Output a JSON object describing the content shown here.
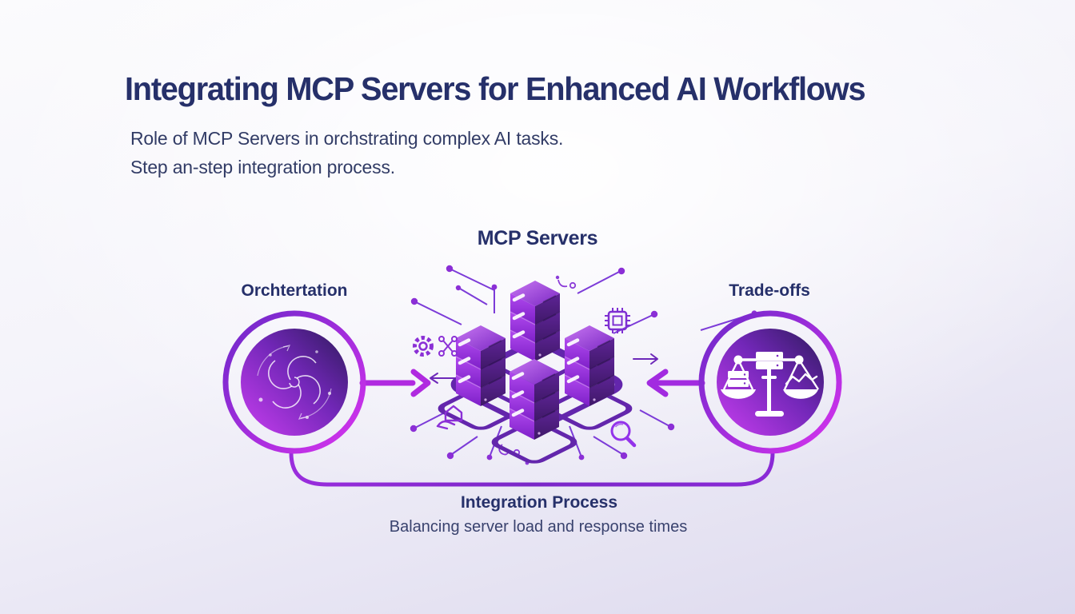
{
  "header": {
    "title": "Integrating MCP Servers for Enhanced AI Workflows",
    "subtitle_line1": "Role of MCP Servers in orchstrating complex AI tasks.",
    "subtitle_line2": "Step an-step integration process."
  },
  "diagram": {
    "center_label": "MCP Servers",
    "left_label": "Orchtertation",
    "right_label": "Trade-offs",
    "bottom_title": "Integration Process",
    "bottom_subtitle": "Balancing server load and response times",
    "icons": {
      "left_badge": "swirl-orchestration-icon",
      "right_badge": "balance-scale-icon",
      "center": "server-cluster",
      "floating": [
        "gear-icon",
        "network-nodes-icon",
        "cpu-chip-icon",
        "deploy-home-icon",
        "magnifier-icon",
        "circuit-trace-dots"
      ]
    },
    "flow": {
      "left_to_center": "arrow-right",
      "right_to_center": "arrow-left",
      "bottom_link": "u-shaped-connector"
    },
    "colors": {
      "title_navy": "#26306a",
      "body_navy": "#323c66",
      "track_purple": "#6326ac",
      "ray_purple": "#7c3bd8",
      "arrow_magenta": "#b02ae0",
      "ring_gradient_start": "#6d28c9",
      "ring_gradient_end": "#d633ee",
      "disc_dark": "#2e1a5c",
      "disc_bright": "#c93ef0",
      "server_face_bright": "#a335e6",
      "server_face_dark": "#4a1c78",
      "background_top": "#fbfbfd",
      "background_bottom": "#dcd9ee"
    }
  }
}
